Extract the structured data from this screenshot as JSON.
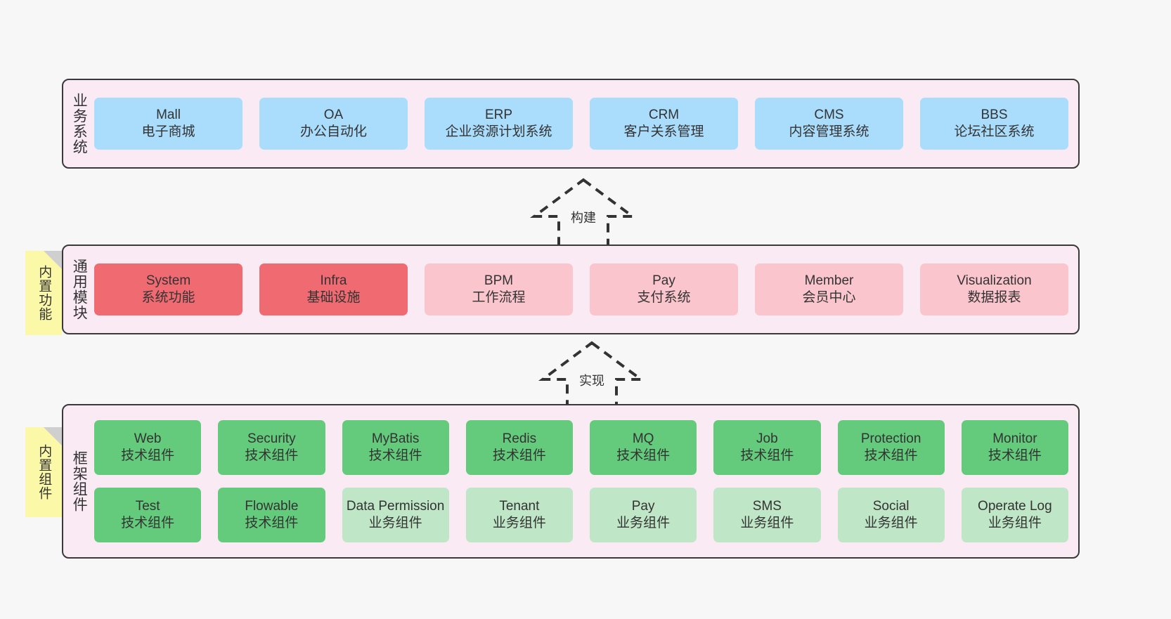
{
  "diagram": {
    "background_color": "#f7f7f7",
    "band_fill": "#f9eaf4",
    "band_border": "#3a3a3a",
    "sticky_color": "#fbf8a8",
    "colors": {
      "blue": "#aadcfc",
      "red": "#f06a72",
      "pink": "#fbc5cd",
      "green": "#63cb7b",
      "light_green": "#bfe6c6"
    }
  },
  "sticky_notes": [
    {
      "name": "builtin-function",
      "text": "内置功能"
    },
    {
      "name": "builtin-component",
      "text": "内置组件"
    }
  ],
  "arrows": [
    {
      "name": "build-arrow",
      "label": "构建",
      "direction": "up",
      "style": "dashed-hollow"
    },
    {
      "name": "implement-arrow",
      "label": "实现",
      "direction": "up",
      "style": "dashed-hollow"
    }
  ],
  "bands": {
    "business": {
      "label": "业务系统",
      "rows": [
        [
          {
            "title": "Mall",
            "subtitle": "电子商城",
            "color": "blue"
          },
          {
            "title": "OA",
            "subtitle": "办公自动化",
            "color": "blue"
          },
          {
            "title": "ERP",
            "subtitle": "企业资源计划系统",
            "color": "blue"
          },
          {
            "title": "CRM",
            "subtitle": "客户关系管理",
            "color": "blue"
          },
          {
            "title": "CMS",
            "subtitle": "内容管理系统",
            "color": "blue"
          },
          {
            "title": "BBS",
            "subtitle": "论坛社区系统",
            "color": "blue"
          }
        ]
      ]
    },
    "common": {
      "label": "通用模块",
      "rows": [
        [
          {
            "title": "System",
            "subtitle": "系统功能",
            "color": "red"
          },
          {
            "title": "Infra",
            "subtitle": "基础设施",
            "color": "red"
          },
          {
            "title": "BPM",
            "subtitle": "工作流程",
            "color": "pink"
          },
          {
            "title": "Pay",
            "subtitle": "支付系统",
            "color": "pink"
          },
          {
            "title": "Member",
            "subtitle": "会员中心",
            "color": "pink"
          },
          {
            "title": "Visualization",
            "subtitle": "数据报表",
            "color": "pink"
          }
        ]
      ]
    },
    "framework": {
      "label": "框架组件",
      "rows": [
        [
          {
            "title": "Web",
            "subtitle": "技术组件",
            "color": "green"
          },
          {
            "title": "Security",
            "subtitle": "技术组件",
            "color": "green"
          },
          {
            "title": "MyBatis",
            "subtitle": "技术组件",
            "color": "green"
          },
          {
            "title": "Redis",
            "subtitle": "技术组件",
            "color": "green"
          },
          {
            "title": "MQ",
            "subtitle": "技术组件",
            "color": "green"
          },
          {
            "title": "Job",
            "subtitle": "技术组件",
            "color": "green"
          },
          {
            "title": "Protection",
            "subtitle": "技术组件",
            "color": "green"
          },
          {
            "title": "Monitor",
            "subtitle": "技术组件",
            "color": "green"
          }
        ],
        [
          {
            "title": "Test",
            "subtitle": "技术组件",
            "color": "green"
          },
          {
            "title": "Flowable",
            "subtitle": "技术组件",
            "color": "green"
          },
          {
            "title": "Data Permission",
            "subtitle": "业务组件",
            "color": "light_green",
            "wrap": true
          },
          {
            "title": "Tenant",
            "subtitle": "业务组件",
            "color": "light_green"
          },
          {
            "title": "Pay",
            "subtitle": "业务组件",
            "color": "light_green"
          },
          {
            "title": "SMS",
            "subtitle": "业务组件",
            "color": "light_green"
          },
          {
            "title": "Social",
            "subtitle": "业务组件",
            "color": "light_green"
          },
          {
            "title": "Operate Log",
            "subtitle": "业务组件",
            "color": "light_green"
          }
        ]
      ]
    }
  }
}
